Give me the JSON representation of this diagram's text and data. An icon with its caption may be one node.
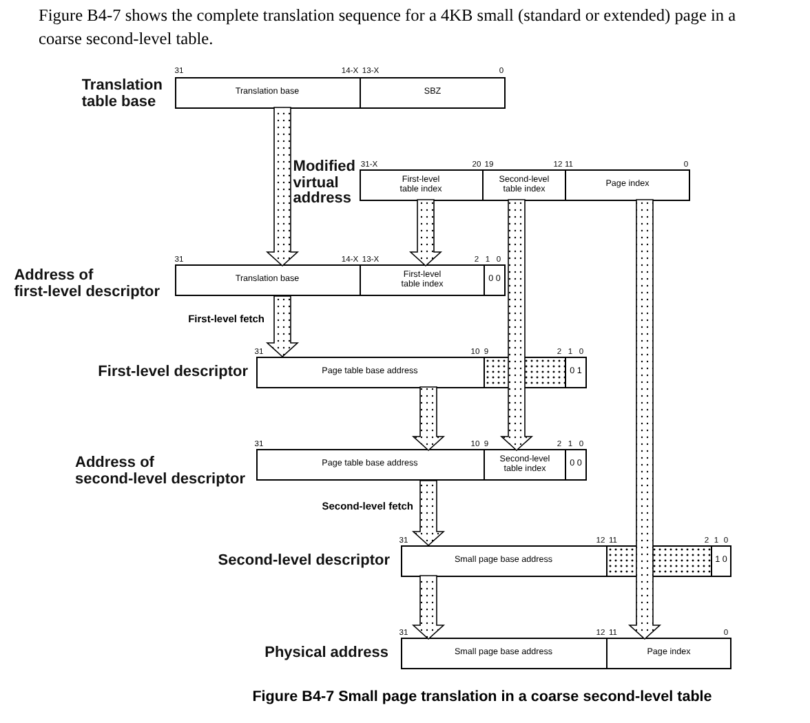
{
  "diagram": {
    "caption": "Figure B4-7 Small page translation in a coarse second-level table",
    "nodes": [
      {
        "text": [
          "Translation table base"
        ]
      },
      {
        "text": [
          "Translation base"
        ],
        "in": 0
      },
      {
        "text": [
          "SBZ"
        ],
        "in": 0
      },
      {
        "text": [
          "Modified virtual address"
        ]
      },
      {
        "text": [
          "First-level table index"
        ],
        "in": 3
      },
      {
        "text": [
          "Second-level table index"
        ],
        "in": 3
      },
      {
        "text": [
          "Page index"
        ],
        "in": 3
      },
      {
        "text": [
          "Address of first-level descriptor"
        ]
      },
      {
        "text": [
          "Translation base"
        ],
        "in": 7
      },
      {
        "text": [
          "First-level table index"
        ],
        "in": 7
      },
      {
        "text": [
          "0 0"
        ],
        "in": 7
      },
      {
        "text": [
          "First-level descriptor"
        ]
      },
      {
        "text": [
          "Page table base address"
        ],
        "in": 11
      },
      {
        "text": [],
        "shape": "box",
        "in": 11
      },
      {
        "text": [
          "0 1"
        ],
        "in": 11
      },
      {
        "text": [
          "Address of second-level descriptor"
        ]
      },
      {
        "text": [
          "Page table base address"
        ],
        "in": 15
      },
      {
        "text": [
          "Second-level table index"
        ],
        "in": 15
      },
      {
        "text": [
          "0 0"
        ],
        "in": 15
      },
      {
        "text": [
          "Second-level descriptor"
        ]
      },
      {
        "text": [
          "Small page base address"
        ],
        "in": 19
      },
      {
        "text": [],
        "shape": "box",
        "in": 19
      },
      {
        "text": [
          "1 0"
        ],
        "in": 19
      },
      {
        "text": [
          "Physical address"
        ]
      },
      {
        "text": [
          "Small page base address"
        ],
        "in": 23
      },
      {
        "text": [
          "Page index"
        ],
        "in": 23
      }
    ],
    "edges": [
      {
        "from": 1,
        "to": 8,
        "arrow": "to"
      },
      {
        "from": 4,
        "to": 9,
        "arrow": "to"
      },
      {
        "from": 7,
        "to": 11,
        "arrow": "to",
        "label": "First-level fetch"
      },
      {
        "from": 12,
        "to": 16,
        "arrow": "to"
      },
      {
        "from": 5,
        "to": 17,
        "arrow": "to"
      },
      {
        "from": 15,
        "to": 19,
        "arrow": "to",
        "label": "Second-level fetch"
      },
      {
        "from": 20,
        "to": 24,
        "arrow": "to"
      },
      {
        "from": 6,
        "to": 25,
        "arrow": "to"
      }
    ],
    "labels": [
      "Figure B4-7 shows the complete translation sequence for a 4KB small (standard or extended) page in a coarse second-level table.",
      "31",
      "14-X",
      "13-X",
      "0",
      "31-X",
      "20",
      "19",
      "12",
      "11",
      "0",
      "31",
      "14-X",
      "13-X",
      "2",
      "1",
      "0",
      "31",
      "10",
      "9",
      "2",
      "1",
      "0",
      "31",
      "10",
      "9",
      "2",
      "1",
      "0",
      "31",
      "12",
      "11",
      "2",
      "1",
      "0",
      "31",
      "12",
      "11",
      "0"
    ]
  }
}
